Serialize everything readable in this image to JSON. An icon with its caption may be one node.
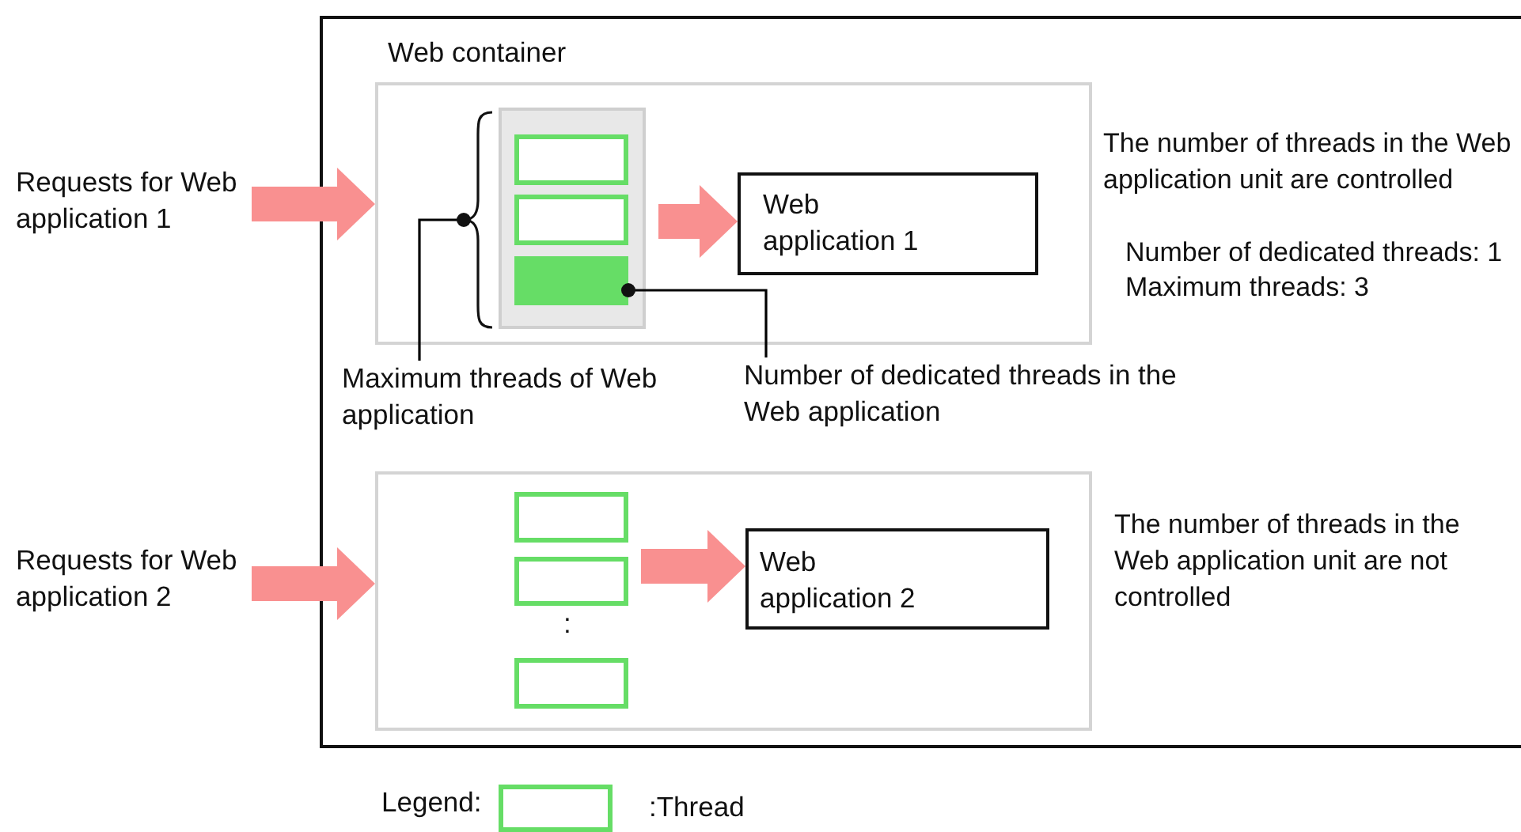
{
  "diagram": {
    "nodes": [
      {
        "text": [
          "Web container"
        ]
      },
      {
        "text": [
          "Requests for Web application 1"
        ]
      },
      {
        "text": [],
        "shape": "box",
        "in": 0
      },
      {
        "text": [],
        "shape": "box",
        "in": 2
      },
      {
        "text": [],
        "shape": "box",
        "in": 3
      },
      {
        "text": [],
        "shape": "box",
        "in": 3
      },
      {
        "text": [],
        "shape": "bar",
        "in": 3
      },
      {
        "text": [
          "Web application 1"
        ],
        "in": 2
      },
      {
        "text": [
          "Maximum threads of Web application"
        ],
        "in": 0
      },
      {
        "text": [
          "Number of dedicated threads in the Web application"
        ],
        "in": 0
      },
      {
        "text": [
          "Requests for Web application 2"
        ]
      },
      {
        "text": [],
        "shape": "box",
        "in": 0
      },
      {
        "text": [],
        "shape": "box",
        "in": 11
      },
      {
        "text": [],
        "shape": "box",
        "in": 11
      },
      {
        "text": [],
        "shape": "box",
        "in": 11
      },
      {
        "text": [
          "Web application 2"
        ],
        "in": 11
      },
      {
        "text": [],
        "shape": "brace",
        "in": 2
      }
    ],
    "edges": [
      {
        "from": 1,
        "to": 2,
        "arrow": "to"
      },
      {
        "from": 3,
        "to": 7,
        "arrow": "to"
      },
      {
        "from": 10,
        "to": 11,
        "arrow": "to"
      },
      {
        "from": 13,
        "to": 15,
        "arrow": "to"
      },
      {
        "from": 8,
        "to": 16,
        "arrow": "other",
        "color": "#000000"
      },
      {
        "from": 9,
        "to": 6,
        "arrow": "other",
        "color": "#000000"
      }
    ],
    "labels": [
      "The number of threads in the Web application unit are controlled",
      "Number of dedicated threads: 1",
      "Maximum threads: 3",
      ":",
      "The number of threads in the Web application unit are not controlled",
      "Legend:"
    ],
    "legend": [
      {
        "text": ":Thread"
      }
    ]
  }
}
